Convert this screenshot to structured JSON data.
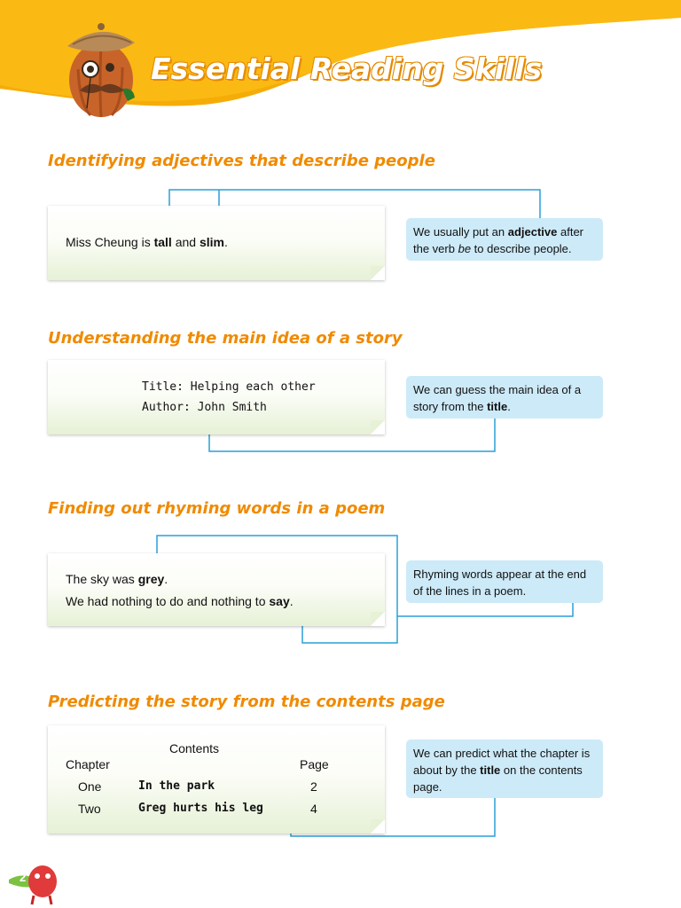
{
  "header": {
    "title": "Essential Reading Skills"
  },
  "sections": [
    {
      "heading": "Identifying adjectives that describe people",
      "example": {
        "pre": "Miss Cheung is ",
        "w1": "tall",
        "mid": " and ",
        "w2": "slim",
        "post": "."
      },
      "tip": {
        "pre": "We usually put an ",
        "bold": "adjective",
        "mid": " after the verb ",
        "ital": "be",
        "post": " to describe people."
      }
    },
    {
      "heading": "Understanding the main idea of a story",
      "example": {
        "line1": "Title: Helping each other",
        "line2": "Author: John Smith"
      },
      "tip": {
        "pre": "We can guess the main idea of a story from the ",
        "bold": "title",
        "post": "."
      }
    },
    {
      "heading": "Finding out rhyming words in a poem",
      "example": {
        "l1_pre": "The sky was ",
        "l1_word": "grey",
        "l1_post": ".",
        "l2_pre": "We had nothing to do and nothing to ",
        "l2_word": "say",
        "l2_post": "."
      },
      "tip": {
        "text": "Rhyming words appear at the end of the lines in a poem."
      }
    },
    {
      "heading": "Predicting the story from the contents page",
      "example": {
        "heading": "Contents",
        "col_chapter": "Chapter",
        "col_page": "Page",
        "rows": [
          {
            "chapter": "One",
            "title": "In the park",
            "page": "2"
          },
          {
            "chapter": "Two",
            "title": "Greg hurts his leg",
            "page": "4"
          }
        ]
      },
      "tip": {
        "pre": "We can predict what the chapter is about by the ",
        "bold": "title",
        "post": " on the contents page."
      }
    }
  ],
  "footer": {
    "page_number": "2"
  },
  "colors": {
    "orange": "#f08a00",
    "yellow": "#fbb913",
    "connector": "#2a9fd8",
    "tip_bg": "#cdeaf8"
  }
}
